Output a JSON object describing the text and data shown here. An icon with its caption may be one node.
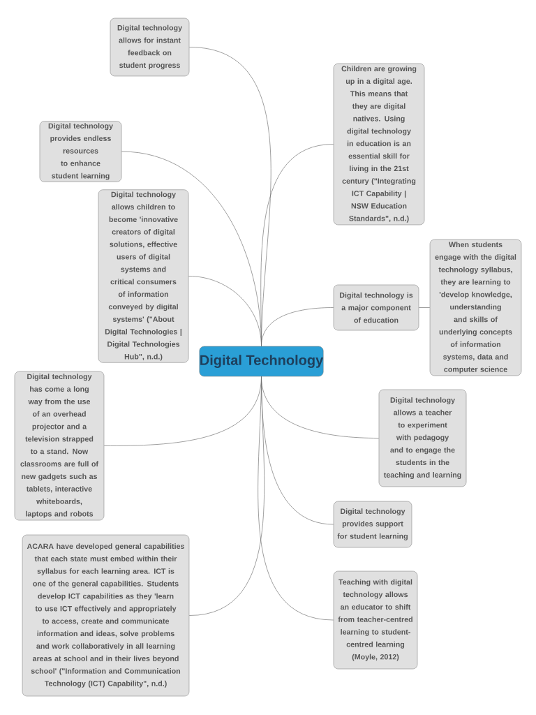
{
  "diagram": {
    "nodes": [
      {
        "text": [
          "Digital technology allows for instant feedback on student progress"
        ]
      },
      {
        "text": [
          "Children are growing up in a digital age. This means that they are digital natives. Using digital technology in education is an essential skill for living in the 21st century (\"Integrating ICT Capability | NSW Education Standards\", n.d.)"
        ]
      },
      {
        "text": [
          "Digital technology provides endless resources to enhance student learning"
        ]
      },
      {
        "text": [
          "Digital technology allows children to become 'innovative creators of digital solutions, effective users of digital systems and critical consumers of information conveyed by digital systems' (\"About Digital Technologies | Digital Technologies Hub\", n.d.)"
        ]
      },
      {
        "text": [
          "Digital technology is a major component of education"
        ]
      },
      {
        "text": [
          "When students engage with the digital technology syllabus, they are learning to 'develop knowledge, understanding and skills of underlying concepts of information systems, data and computer science"
        ]
      },
      {
        "text": [
          "Digital Technology"
        ]
      },
      {
        "text": [
          "Digital technology has come a long way from the use of an overhead projector and a television strapped to a stand. Now classrooms are full of new gadgets such as tablets, interactive whiteboards, laptops and robots"
        ]
      },
      {
        "text": [
          "Digital technology allows a teacher to experiment with pedagogy and to engage the students in the teaching and learning"
        ]
      },
      {
        "text": [
          "Digital technology provides support for student learning"
        ]
      },
      {
        "text": [
          "ACARA have developed general capabilities that each state must embed within their syllabus for each learning area. ICT is one of the general capabilities. Students develop ICT capabilities as they 'learn to use ICT effectively and appropriately to access, create and communicate information and ideas, solve problems and work collaboratively in all learning areas at school and in their lives beyond school' (\"Information and Communication Technology (ICT) Capability\", n.d.)"
        ]
      },
      {
        "text": [
          "Teaching with digital technology allows an educator to shift from teacher-centred learning to student-centred learning (Moyle, 2012)"
        ]
      }
    ],
    "edges": [
      {
        "from": 6,
        "to": 0,
        "arrow": "none"
      },
      {
        "from": 6,
        "to": 1,
        "arrow": "none"
      },
      {
        "from": 6,
        "to": 2,
        "arrow": "none"
      },
      {
        "from": 6,
        "to": 3,
        "arrow": "none"
      },
      {
        "from": 6,
        "to": 4,
        "arrow": "none"
      },
      {
        "from": 4,
        "to": 5,
        "arrow": "none"
      },
      {
        "from": 6,
        "to": 7,
        "arrow": "none"
      },
      {
        "from": 6,
        "to": 8,
        "arrow": "none"
      },
      {
        "from": 6,
        "to": 9,
        "arrow": "none"
      },
      {
        "from": 6,
        "to": 10,
        "arrow": "none"
      },
      {
        "from": 6,
        "to": 11,
        "arrow": "none"
      }
    ]
  }
}
